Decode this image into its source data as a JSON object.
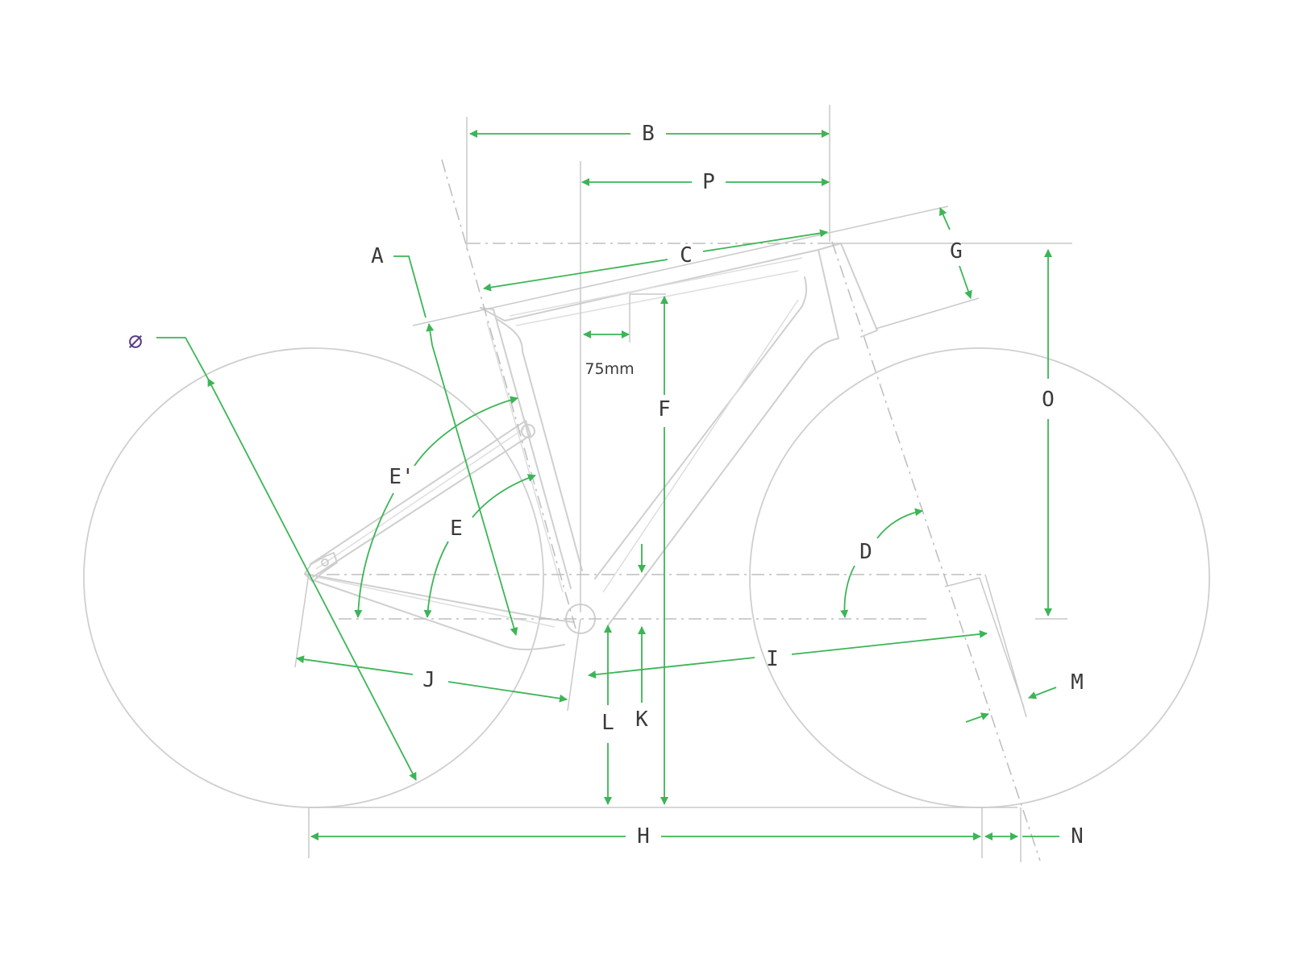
{
  "labels": {
    "A": "A",
    "B": "B",
    "C": "C",
    "D": "D",
    "E": "E",
    "E_prime": "E'",
    "F": "F",
    "G": "G",
    "H": "H",
    "I": "I",
    "J": "J",
    "K": "K",
    "L": "L",
    "M": "M",
    "N": "N",
    "O": "O",
    "P": "P",
    "wheel_diameter": "⌀",
    "offset_75": "75mm"
  },
  "colors": {
    "dimension_arrow": "#3cb556",
    "frame_outline": "#cfcfcf",
    "reference_line": "#c9c9c9",
    "label_text": "#3a3a3a",
    "diameter_symbol": "#5b3c87"
  }
}
